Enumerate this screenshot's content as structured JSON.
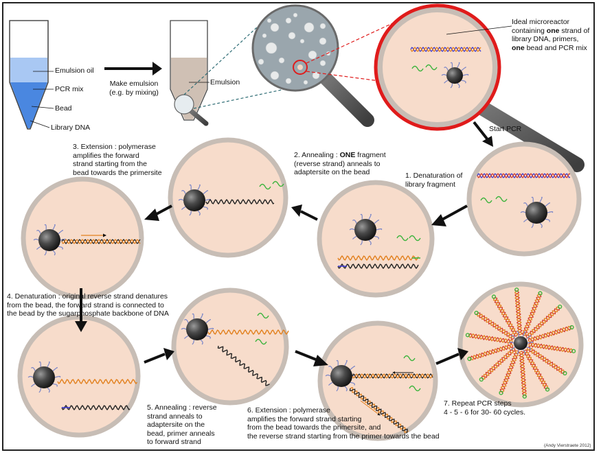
{
  "tube_labels": {
    "emulsion_oil": "Emulsion oil",
    "pcr_mix": "PCR mix",
    "bead": "Bead",
    "library_dna": "Library DNA"
  },
  "make_emulsion": {
    "line1": "Make emulsion",
    "line2": "(e.g. by mixing)"
  },
  "emulsion_label": "Emulsion",
  "microreactor": {
    "l1": "Ideal microreactor",
    "l2_pre": "containing ",
    "l2_bold": "one",
    "l2_post": " strand of",
    "l3": "library DNA, primers,",
    "l4_bold": "one",
    "l4_post": " bead and PCR mix"
  },
  "start_pcr": "Start PCR",
  "step1": {
    "l1": "1. Denaturation of",
    "l2": "library fragment"
  },
  "step2": {
    "l1_pre": "2. Annealing : ",
    "l1_bold": "ONE",
    "l1_post": " fragment",
    "l2": "(reverse strand) anneals to",
    "l3": "adaptersite on the bead"
  },
  "step3": {
    "l1": "3. Extension : polymerase",
    "l2": "amplifies the forward",
    "l3": "strand starting from the",
    "l4": "bead towards the primersite"
  },
  "step4": {
    "l1": "4. Denaturation : original reverse strand denatures",
    "l2": "from the bead, the forward strand is connected to",
    "l3": "the bead by the sugarphosphate backbone of DNA"
  },
  "step5": {
    "l1": "5. Annealing : reverse",
    "l2": "strand anneals to",
    "l3": "adaptersite on the",
    "l4": "bead, primer anneals",
    "l5": "to forward strand"
  },
  "step6": {
    "l1": "6. Extension : polymerase",
    "l2": "amplifies the forward strand starting",
    "l3": "from the bead towards the primersite,  and",
    "l4": "the reverse strand starting from the primer towards the bead"
  },
  "step7": {
    "l1": "7. Repeat PCR steps",
    "l2": "4 - 5 - 6 for 30- 60 cycles."
  },
  "credit": "(Andy Vierstraete 2012)",
  "colors": {
    "droplet_fill": "#f7dccb",
    "droplet_rim": "#c7bdb5",
    "bead": "#3a3a3a",
    "strand_red": "#d23c2c",
    "strand_blue": "#3a3ad0",
    "strand_orange": "#e2801e",
    "strand_black": "#222222",
    "primer_green": "#3fb43f",
    "lens_red": "#e01b1b"
  }
}
